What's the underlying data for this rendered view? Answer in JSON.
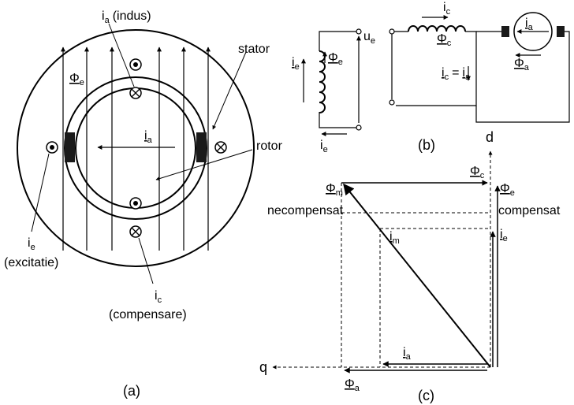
{
  "panel_a": {
    "label_ia": "i",
    "label_ia_sub": "a",
    "label_indus": "(indus)",
    "label_stator": "stator",
    "label_rotor": "rotor",
    "label_phi_e": "Φ",
    "label_phi_e_sub": "e",
    "label_ia_center": "i",
    "label_ia_center_sub": "a",
    "label_ie": "i",
    "label_ie_sub": "e",
    "label_excitatie": "(excitatie)",
    "label_ic": "i",
    "label_ic_sub": "c",
    "label_compensare": "(compensare)",
    "caption": "(a)"
  },
  "panel_b": {
    "label_ie_left": "i",
    "label_ie_left_sub": "e",
    "label_phi_e": "Φ",
    "label_phi_e_sub": "e",
    "label_ue": "u",
    "label_ue_sub": "e",
    "label_ie_bottom": "i",
    "label_ie_bottom_sub": "e",
    "label_ic_top": "i",
    "label_ic_top_sub": "c",
    "label_phi_c": "Φ",
    "label_phi_c_sub": "c",
    "label_ic_eq": "i",
    "label_ic_eq_sub": "c",
    "label_eq": "=",
    "label_ia_eq": "i",
    "label_ia_eq_sub": "a",
    "label_ia_motor": "i",
    "label_ia_motor_sub": "a",
    "label_phi_a": "Φ",
    "label_phi_a_sub": "a",
    "caption": "(b)"
  },
  "panel_c": {
    "label_d": "d",
    "label_q": "q",
    "label_phi_c": "Φ",
    "label_phi_c_sub": "c",
    "label_phi_m": "Φ",
    "label_phi_m_sub": "m",
    "label_phi_e": "Φ",
    "label_phi_e_sub": "e",
    "label_necompensat": "necompensat",
    "label_compensat": "compensat",
    "label_im": "i",
    "label_im_sub": "m",
    "label_ie": "i",
    "label_ie_sub": "e",
    "label_ia": "i",
    "label_ia_sub": "a",
    "label_phi_a": "Φ",
    "label_phi_a_sub": "a",
    "caption": "(c)"
  }
}
